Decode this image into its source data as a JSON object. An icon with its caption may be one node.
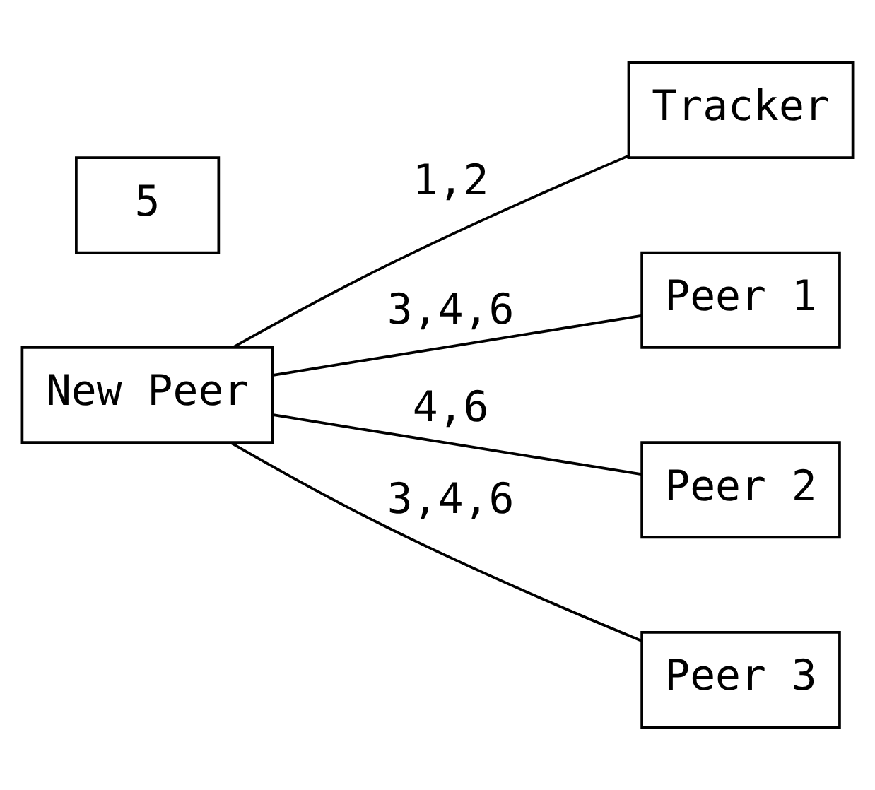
{
  "diagram": {
    "nodes": [
      {
        "text": [
          "Tracker"
        ]
      },
      {
        "text": [
          "Peer 1"
        ]
      },
      {
        "text": [
          "New Peer"
        ]
      },
      {
        "text": [
          "Peer 2"
        ]
      },
      {
        "text": [
          "5"
        ]
      },
      {
        "text": [
          "Peer 3"
        ]
      }
    ],
    "edges": [
      {
        "from": 2,
        "to": 0,
        "arrow": "none",
        "label": "1,2"
      },
      {
        "from": 2,
        "to": 1,
        "arrow": "none",
        "label": "3,4,6"
      },
      {
        "from": 2,
        "to": 3,
        "arrow": "none",
        "label": "4,6"
      },
      {
        "from": 2,
        "to": 5,
        "arrow": "none",
        "label": "3,4,6"
      }
    ]
  }
}
